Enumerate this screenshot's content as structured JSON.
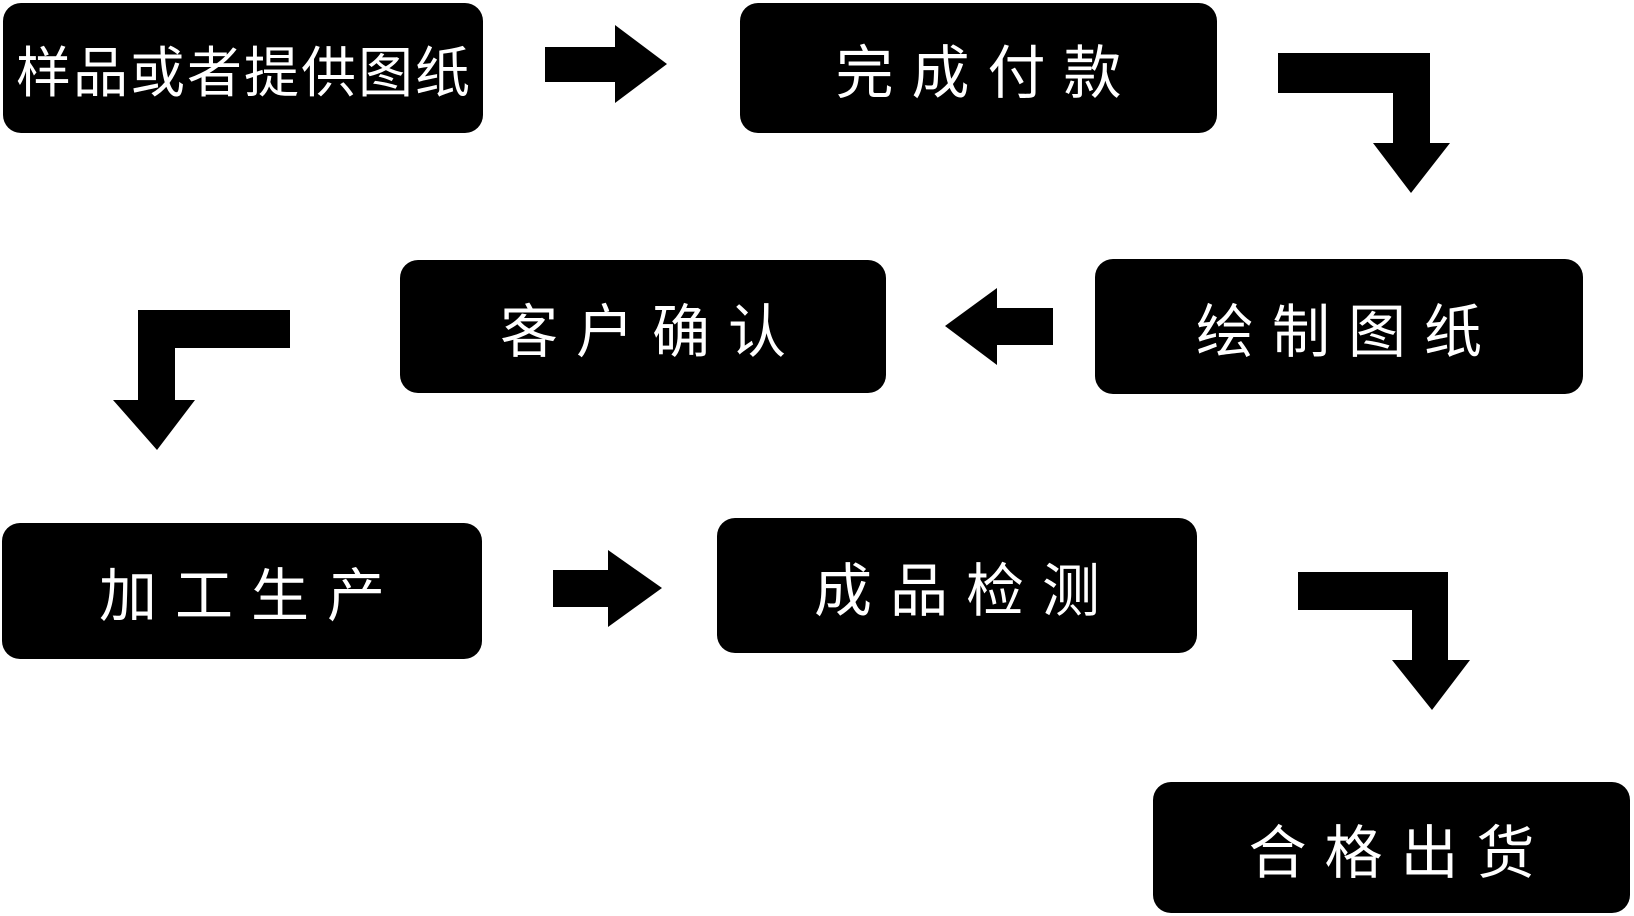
{
  "diagram": {
    "type": "flowchart",
    "background": "#ffffff",
    "node_fill": "#000000",
    "node_text_color": "#ffffff",
    "arrow_color": "#000000",
    "nodes": [
      {
        "id": "sample-or-drawings",
        "label": "样品或者提供图纸"
      },
      {
        "id": "complete-payment",
        "label": "完成付款"
      },
      {
        "id": "draw-drawings",
        "label": "绘制图纸"
      },
      {
        "id": "customer-confirmation",
        "label": "客户确认"
      },
      {
        "id": "processing-production",
        "label": "加工生产"
      },
      {
        "id": "finished-product-inspection",
        "label": "成品检测"
      },
      {
        "id": "qualified-shipment",
        "label": "合格出货"
      }
    ],
    "connections": [
      {
        "from": "sample-or-drawings",
        "to": "complete-payment",
        "shape": "straight",
        "direction": "right"
      },
      {
        "from": "complete-payment",
        "to": "draw-drawings",
        "shape": "bent",
        "direction": "right-then-down"
      },
      {
        "from": "draw-drawings",
        "to": "customer-confirmation",
        "shape": "straight",
        "direction": "left"
      },
      {
        "from": "customer-confirmation",
        "to": "processing-production",
        "shape": "bent",
        "direction": "left-then-down"
      },
      {
        "from": "processing-production",
        "to": "finished-product-inspection",
        "shape": "straight",
        "direction": "right"
      },
      {
        "from": "finished-product-inspection",
        "to": "qualified-shipment",
        "shape": "bent",
        "direction": "right-then-down"
      }
    ]
  }
}
